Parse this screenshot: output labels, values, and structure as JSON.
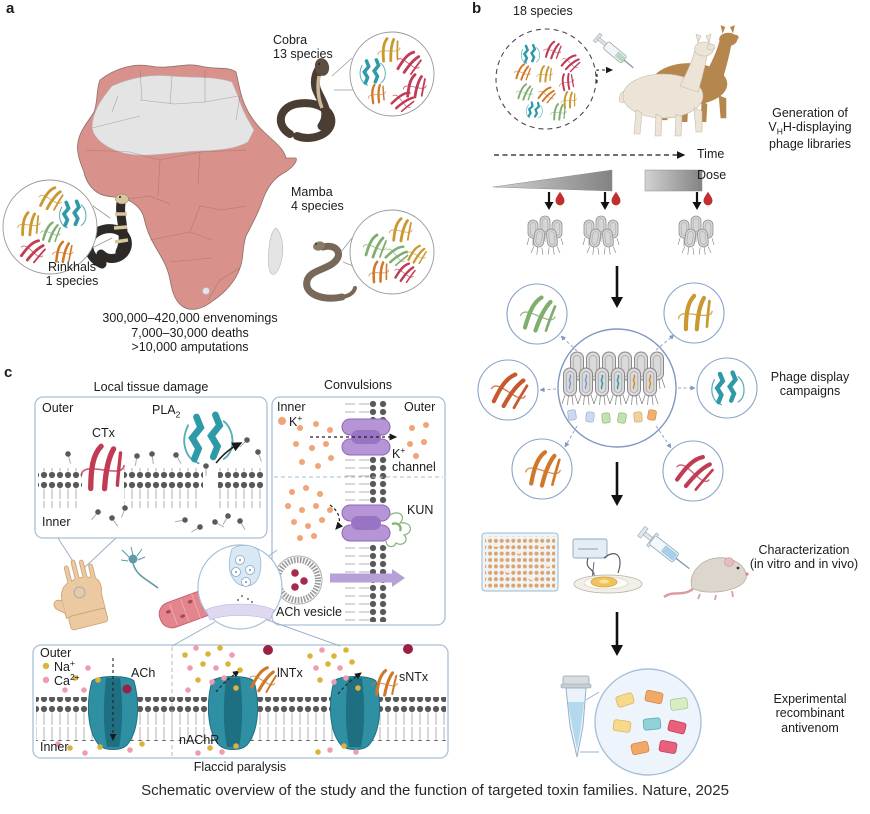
{
  "panel_a": {
    "label": "a",
    "cobra_name": "Cobra",
    "cobra_count": "13 species",
    "mamba_name": "Mamba",
    "mamba_count": "4 species",
    "rinkhals_name": "Rinkhals",
    "rinkhals_count": "1 species",
    "stat1": "300,000–420,000 envenomings",
    "stat2": "7,000–30,000 deaths",
    "stat3": ">10,000 amputations"
  },
  "panel_b": {
    "label": "b",
    "species": "18 species",
    "time": "Time",
    "dose": "Dose",
    "step1_line1": "Generation of",
    "step1_v": "V",
    "step1_sub": "H",
    "step1_post": "H-displaying",
    "step1_line3": "phage libraries",
    "step2_line1": "Phage display",
    "step2_line2": "campaigns",
    "step3_line1": "Characterization",
    "step3_line2": "(in vitro and in vivo)",
    "step4_line1": "Experimental",
    "step4_line2": "recombinant",
    "step4_line3": "antivenom"
  },
  "panel_c": {
    "label": "c",
    "box1_title": "Local tissue damage",
    "box1_outer": "Outer",
    "box1_inner": "Inner",
    "ctx": "CTx",
    "pla_pre": "PLA",
    "pla_sub": "2",
    "box2_title": "Convulsions",
    "box2_inner": "Inner",
    "box2_outer": "Outer",
    "k_pre": "K",
    "k_sup": "+",
    "kchan_pre": "K",
    "kchan_sup": "+",
    "kchan_line2": "channel",
    "kun": "KUN",
    "ach_vesicle": "ACh vesicle",
    "box3_outer": "Outer",
    "box3_inner": "Inner",
    "na_pre": "Na",
    "na_sup": "+",
    "ca_pre": "Ca",
    "ca_sup": "2+",
    "ach": "ACh",
    "lntx": "lNTx",
    "sntx": "sNTx",
    "nachr": "nAChR",
    "flaccid": "Flaccid paralysis"
  },
  "caption": "Schematic overview of the study and the function of targeted toxin families. Nature, 2025",
  "colors": {
    "map_pink": "#d9918b",
    "map_grey": "#e4e4e4",
    "box_border": "#a9c0d8",
    "channel_purple": "#b695d6",
    "receptor_teal": "#2f8fa3",
    "na_yellow": "#d9b33c",
    "ca_pink": "#ef9cb2",
    "k_orange": "#f0a478",
    "ach_red": "#9c2044",
    "toxin_crimson": "#c23b55",
    "toxin_teal": "#2e9aa8",
    "toxin_gold": "#c9982e",
    "toxin_green": "#7fae6e",
    "toxin_orange": "#d07828"
  }
}
